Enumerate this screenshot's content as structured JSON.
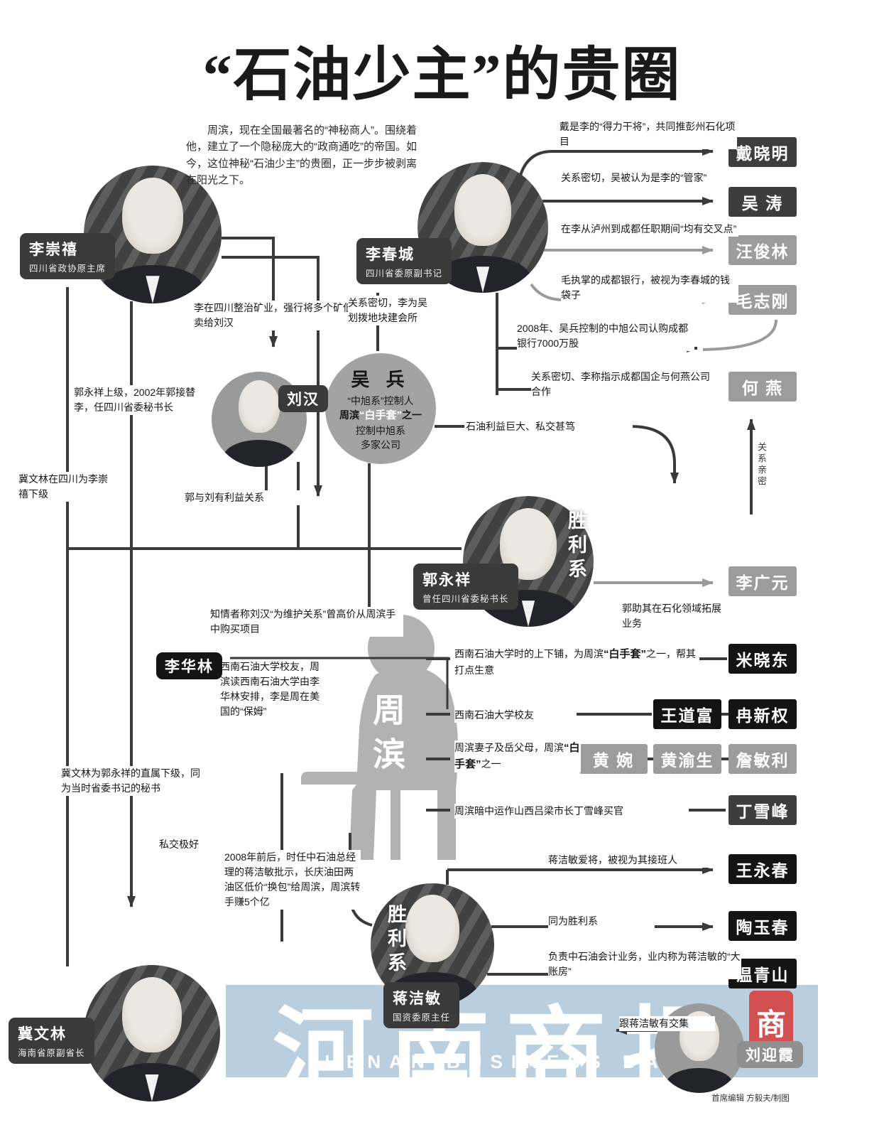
{
  "title": "“石油少主”的贵圈",
  "intro": "周滨，现在全国最著名的“神秘商人”。围绕着他，建立了一个隐秘庞大的“政商通吃”的帝国。如今，这位神秘“石油少主”的贵圈，正一步步被剥离在阳光之下。",
  "people": {
    "li_chongxi": {
      "name": "李崇禧",
      "role": "四川省政协原主席"
    },
    "li_chuncheng": {
      "name": "李春城",
      "role": "四川省委原副书记"
    },
    "liu_han": {
      "name": "刘汉"
    },
    "wu_bing": {
      "name": "吴 兵",
      "desc1": "“中旭系”控制人",
      "desc2a": "周滨",
      "desc2b": "“白手套”",
      "desc2c": "之一",
      "desc3": "控制中旭系",
      "desc4": "多家公司"
    },
    "guo_yongxiang": {
      "name": "郭永祥",
      "role": "曾任四川省委秘书长",
      "badge": "胜利系"
    },
    "zhou_bin": {
      "name": "周滨"
    },
    "li_hualin": {
      "name": "李华林",
      "note": "西南石油大学校友，周滨读西南石油大学由李华林安排，李是周在美国的“保姆”"
    },
    "jiang_jiemin": {
      "name": "蒋洁敏",
      "role": "国资委原主任",
      "badge": "胜利系"
    },
    "ji_wenlin": {
      "name": "冀文林",
      "role": "海南省原副省长"
    },
    "liu_yingxia": {
      "name": "刘迎霞"
    }
  },
  "boxes": {
    "dai_xiaoming": "戴晓明",
    "wu_tao": "吴 涛",
    "wang_junlin": "汪俊林",
    "mao_zhigang": "毛志刚",
    "he_yan": "何 燕",
    "li_guangyuan": "李广元",
    "mi_xiaodong": "米晓东",
    "wang_daofu": "王道富",
    "ran_xinquan": "冉新权",
    "huang_wan": "黄 婉",
    "huang_yusheng": "黄渝生",
    "zhan_minli": "詹敏利",
    "ding_xuefeng": "丁雪峰",
    "wang_yongchun": "王永春",
    "tao_yuchun": "陶玉春",
    "wen_qingshan": "温青山"
  },
  "notes": {
    "dai": "戴是李的“得力干将”，共同推彭州石化项目",
    "wutao": "关系密切，吴被认为是李的“管家”",
    "wang": "在李从泸州到成都任职期间“均有交叉点”",
    "mao": "毛执掌的成都银行，被视为李春城的钱袋子",
    "zhongxu": "2008年、吴兵控制的中旭公司认购成都银行7000万股",
    "heyan": "关系密切、李称指示成都国企与何燕公司合作",
    "kuangye": "李在四川整治矿业，强行将多个矿低价卖给刘汉",
    "huisuo": "关系密切，李为吴划拨地块建会所",
    "guo_shangji": "郭永祥上级，2002年郭接替李，任四川省委秘书长",
    "ji_xiaji": "冀文林在四川为李崇禧下级",
    "guo_liu": "郭与刘有利益关系",
    "shiyou_liyi": "石油利益巨大、私交甚笃",
    "qinmi": "关系亲密",
    "shihua": "郭助其在石化领域拓展业务",
    "gaojia": "知情者称刘汉“为维护关系”曾高价从周滨手中购买项目",
    "mi_a": "西南石油大学时的上下铺，为周滨",
    "mi_b": "“白手套”",
    "mi_c": "之一，帮其打点生意",
    "xiaoyou": "西南石油大学校友",
    "qizi_a": "周滨妻子及岳父母，周滨",
    "qizi_b": "“白手套”",
    "qizi_c": "之一",
    "maiguan": "周滨暗中运作山西吕梁市长丁雪峰买官",
    "ji_guo": "冀文林为郭永祥的直属下级，同为当时省委书记的秘书",
    "sijiao": "私交极好",
    "huanbao": "2008年前后，时任中石油总经理的蒋洁敏批示，长庆油田两油区低价“换包”给周滨，周滨转手赚5个亿",
    "jiang_aijiang": "蒋洁敏爱将，被视为其接班人",
    "shengli": "同为胜利系",
    "zhangfang": "负责中石油会计业务，业内称为蒋洁敏的“大账房”",
    "jiaoji": "跟蒋洁敏有交集"
  },
  "footer": {
    "brand": "河南商报",
    "brand_en": "HENAN BUSINESS DAILY",
    "seal": "商",
    "credit": "首席编辑 方毅夫/制图"
  }
}
